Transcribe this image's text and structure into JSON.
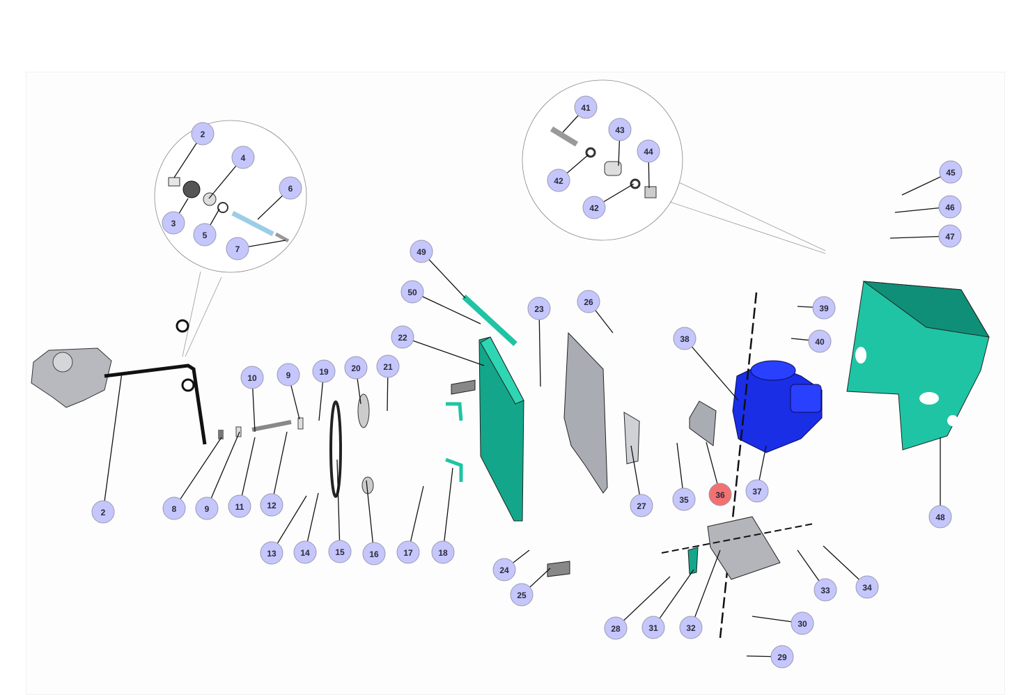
{
  "diagram": {
    "colors": {
      "callout": "#c5c6fb",
      "callout_highlight": "#f27272",
      "teal": "#1fc4a4",
      "engine_blue": "#1a2ee6",
      "gray_part": "#a9acb2"
    },
    "highlighted_callout": "36",
    "detail_left_callouts": [
      "2",
      "4",
      "6",
      "3",
      "5",
      "7"
    ],
    "detail_right_callouts": [
      "41",
      "43",
      "44",
      "42",
      "42"
    ],
    "callouts": [
      "45",
      "46",
      "47",
      "49",
      "50",
      "22",
      "23",
      "26",
      "38",
      "39",
      "40",
      "10",
      "9",
      "19",
      "20",
      "21",
      "2",
      "8",
      "9",
      "11",
      "12",
      "13",
      "14",
      "15",
      "16",
      "17",
      "18",
      "24",
      "25",
      "27",
      "35",
      "36",
      "37",
      "48",
      "33",
      "34",
      "28",
      "31",
      "32",
      "30",
      "29"
    ]
  }
}
